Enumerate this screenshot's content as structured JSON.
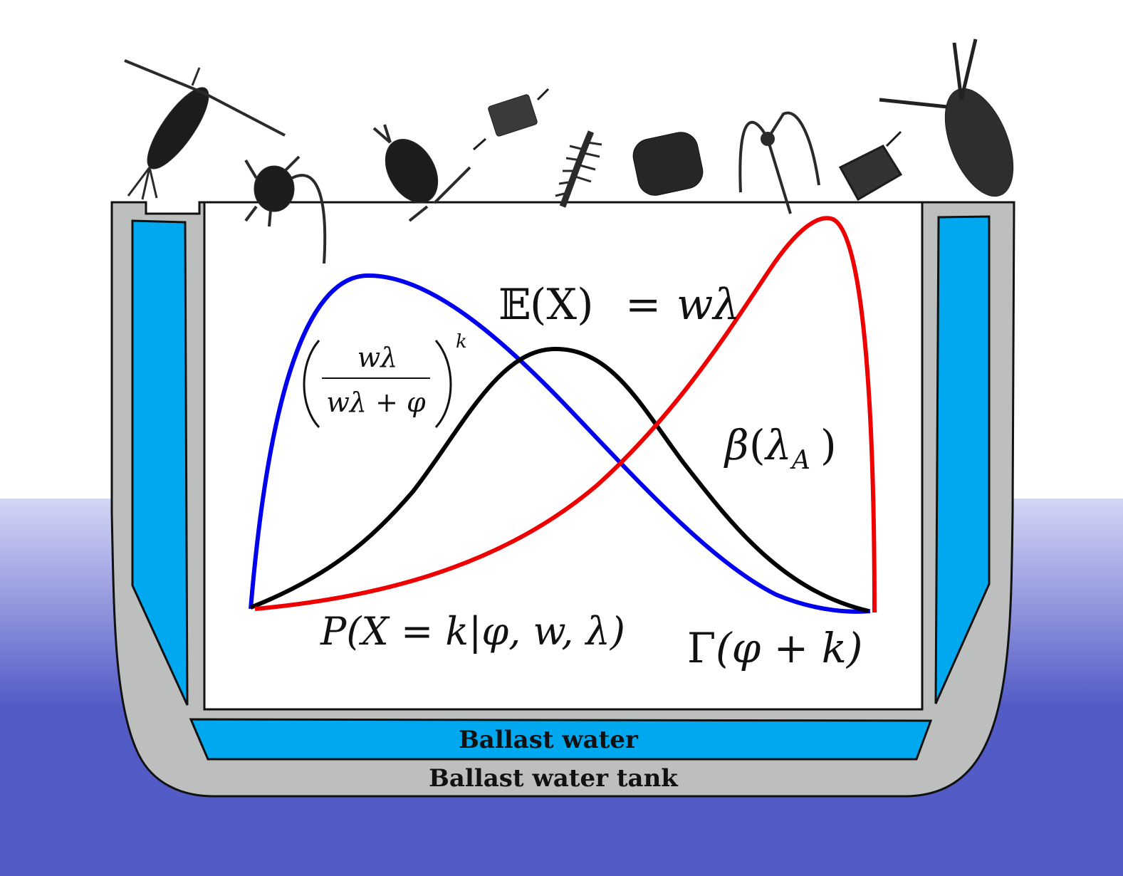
{
  "colors": {
    "sea_top": "#d4d6f5",
    "sea_bottom": "#535bc6",
    "hull": "#bdbebe",
    "ballast": "#00a8f0",
    "curve_blue": "#0000ee",
    "curve_black": "#000000",
    "curve_red": "#ee0000"
  },
  "labels": {
    "ballast_water": "Ballast water",
    "ballast_tank": "Ballast water tank"
  },
  "equations": {
    "expectation": {
      "lhs_symbol": "𝔼",
      "lhs_arg": "(X)",
      "eq": "=",
      "rhs": "wλ"
    },
    "fraction": {
      "numerator": "wλ",
      "denominator": "wλ + φ",
      "exponent": "k"
    },
    "beta": {
      "fn": "β",
      "arg": "λ",
      "sub": "A"
    },
    "probability": "P(X = k|φ, w, λ)",
    "gamma": {
      "fn": "Γ",
      "arg": "(φ + k)"
    }
  },
  "organisms": [
    {
      "name": "copepod-icon"
    },
    {
      "name": "nauplius-icon"
    },
    {
      "name": "cladoceran-icon"
    },
    {
      "name": "diatom-chain-icon"
    },
    {
      "name": "polychaete-larva-icon"
    },
    {
      "name": "barrel-diatom-icon"
    },
    {
      "name": "ceratium-icon"
    },
    {
      "name": "rotifer-icon"
    },
    {
      "name": "daphnia-icon"
    }
  ],
  "curves": [
    {
      "name": "blue-curve",
      "color": "#0000ee"
    },
    {
      "name": "black-curve",
      "color": "#000000"
    },
    {
      "name": "red-curve",
      "color": "#ee0000"
    }
  ]
}
